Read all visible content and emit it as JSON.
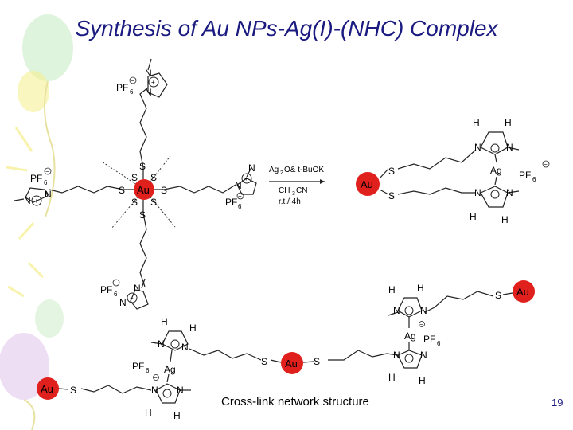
{
  "slide": {
    "title": "Synthesis of Au NPs-Ag(I)-(NHC) Complex",
    "caption": "Cross-link network structure",
    "page_number": "19"
  },
  "labels": {
    "au": "Au",
    "ag": "Ag",
    "s": "S",
    "n": "N",
    "h": "H",
    "pf": "PF",
    "six": "6",
    "plus": "+",
    "minus": "−"
  },
  "reaction": {
    "reagent_1": "Ag",
    "reagent_1_sub": "2",
    "reagent_1_rest": "O& t-BuOK",
    "solvent_1": "CH",
    "solvent_sub": "3",
    "solvent_2": "CN",
    "conditions": "r.t./ 4h"
  },
  "colors": {
    "title": "#1a1a80",
    "au_sphere": "#e0201c",
    "balloon_yellow": "#f6ef8a",
    "balloon_green": "#c9ecc5",
    "balloon_purple": "#e2c8ec"
  }
}
